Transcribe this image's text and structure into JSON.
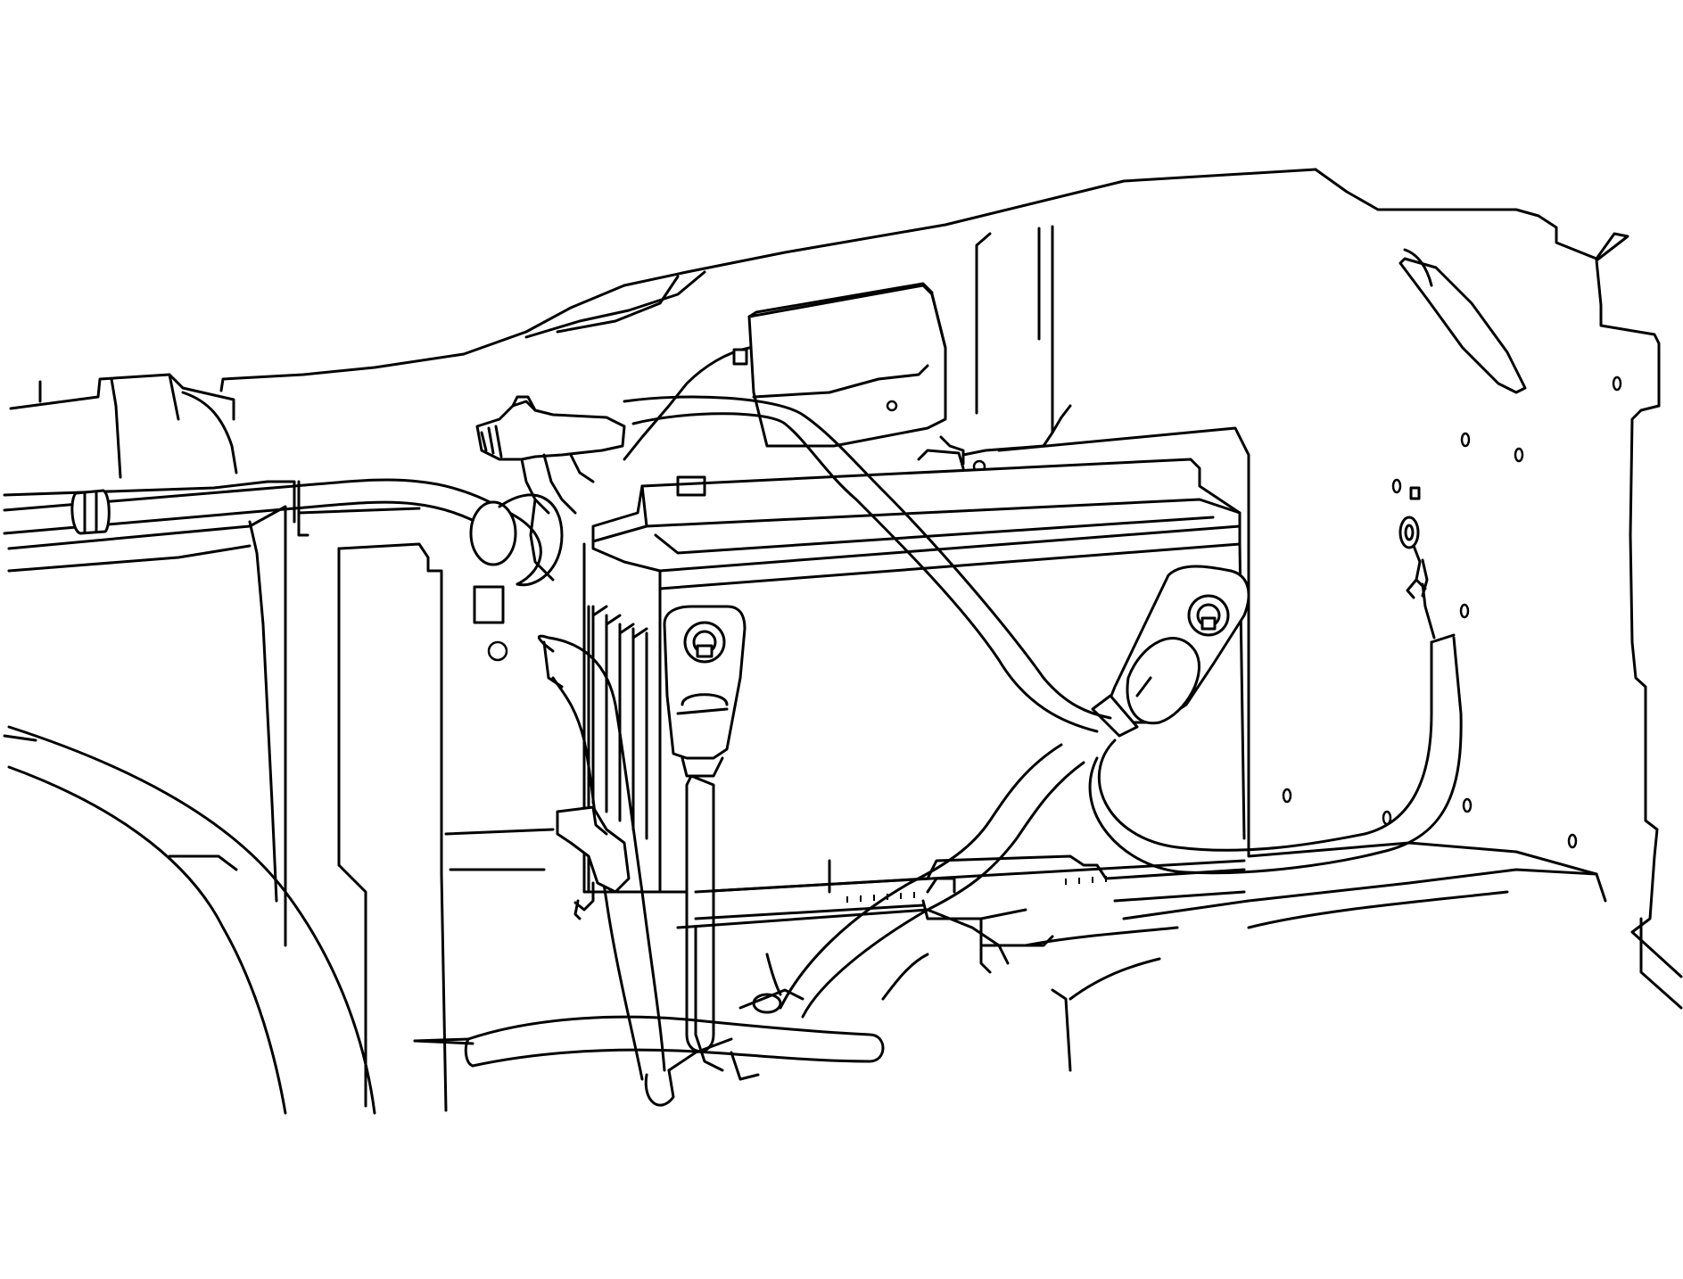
{
  "diagram": {
    "kind": "technical line illustration",
    "colors": {
      "line": "#000000",
      "background": "#ffffff"
    },
    "components": [
      "battery",
      "positive-terminal",
      "negative-terminal",
      "battery-cable",
      "ground-cable",
      "ring-terminal",
      "radiator-support",
      "inner-fender-panel",
      "wheelhouse",
      "module-box",
      "connector",
      "harness-lines"
    ]
  }
}
